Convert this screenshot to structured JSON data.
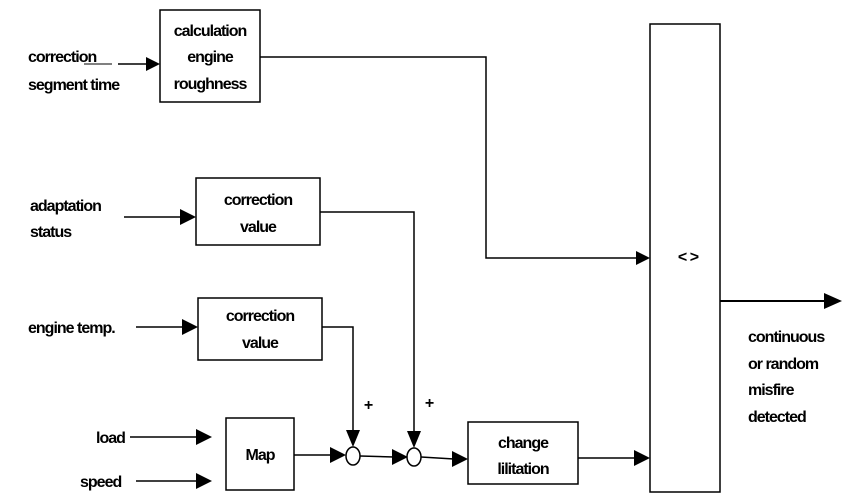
{
  "inputs": {
    "correction_segment_time": [
      "correction",
      "segment time"
    ],
    "adaptation_status": [
      "adaptation",
      "status"
    ],
    "engine_temp": "engine temp.",
    "load": "load",
    "speed": "speed"
  },
  "blocks": {
    "calculation_roughness": [
      "calculation",
      "engine",
      "roughness"
    ],
    "correction_value_1": [
      "correction",
      "value"
    ],
    "correction_value_2": [
      "correction",
      "value"
    ],
    "map": "Map",
    "change_limitation": [
      "change",
      "lilitation"
    ],
    "comparator": "< >"
  },
  "signs": {
    "plus_1": "+",
    "plus_2": "+"
  },
  "output": [
    "continuous",
    "or random",
    "misfire",
    "detected"
  ]
}
